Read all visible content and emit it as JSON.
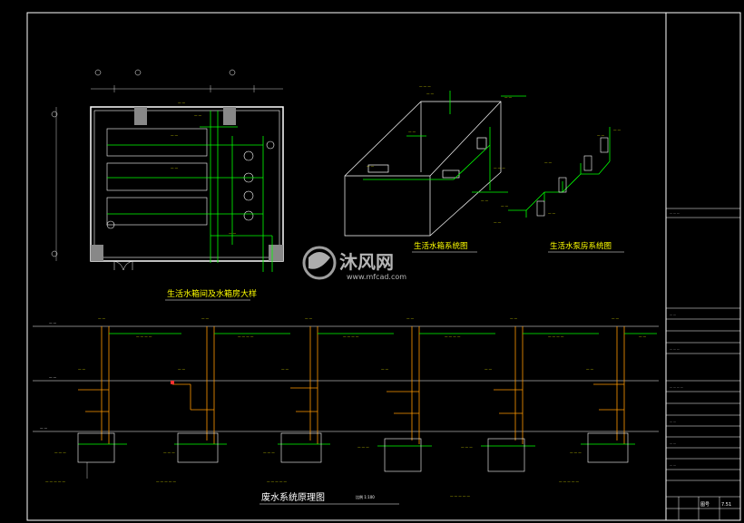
{
  "titles": {
    "tank_room_detail": "生活水箱间及水箱房大样",
    "tank_system": "生活水箱系统图",
    "pump_room_system": "生活水泵房系统图",
    "waste_water_system": "废水系统原理图",
    "waste_scale": "比例 1:100"
  },
  "watermark": {
    "brand": "沐风网",
    "url": "www.mfcad.com"
  },
  "title_block": {
    "sheet_label": "图号",
    "sheet_no": "7.51"
  },
  "colors": {
    "background": "#000000",
    "frame": "#ffffff",
    "water_pipe": "#00ff00",
    "waste_pipe": "#ff9900",
    "text": "#ffffff",
    "annotation": "#ffff00"
  }
}
